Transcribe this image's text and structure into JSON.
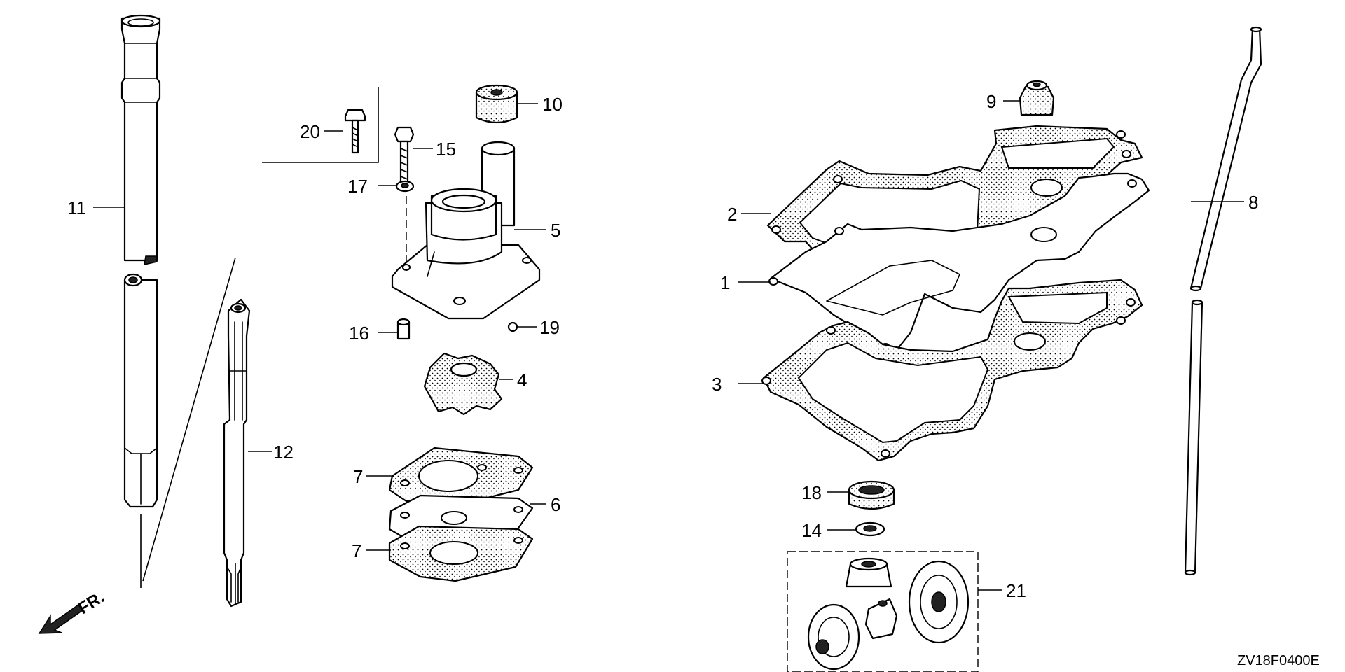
{
  "diagram": {
    "drawing_code": "ZV18F0400E",
    "front_marker": "FR.",
    "callouts": {
      "c1": "1",
      "c2": "2",
      "c3": "3",
      "c4": "4",
      "c5": "5",
      "c6": "6",
      "c7a": "7",
      "c7b": "7",
      "c8": "8",
      "c9": "9",
      "c10": "10",
      "c11": "11",
      "c12": "12",
      "c14": "14",
      "c15": "15",
      "c16": "16",
      "c17": "17",
      "c18": "18",
      "c19": "19",
      "c20": "20",
      "c21": "21"
    }
  }
}
